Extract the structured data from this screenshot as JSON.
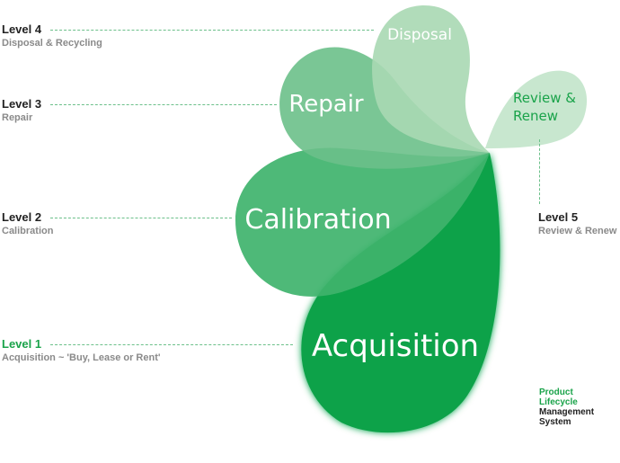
{
  "levels": [
    {
      "id": "level4",
      "title": "Level 4",
      "subtitle": "Disposal & Recycling"
    },
    {
      "id": "level3",
      "title": "Level 3",
      "subtitle": "Repair"
    },
    {
      "id": "level2",
      "title": "Level 2",
      "subtitle": "Calibration"
    },
    {
      "id": "level1",
      "title": "Level 1",
      "subtitle": "Acquisition ~ 'Buy, Lease or Rent'"
    },
    {
      "id": "level5",
      "title": "Level 5",
      "subtitle": "Review & Renew"
    }
  ],
  "petals": {
    "disposal": "Disposal",
    "repair": "Repair",
    "calibration": "Calibration",
    "acquisition": "Acquisition",
    "review_line1": "Review &",
    "review_line2": "Renew"
  },
  "logo": {
    "line1": "Product",
    "line2": "Lifecycle",
    "line3": "Management",
    "line4": "System"
  },
  "colors": {
    "acquisition": "#0ea24a",
    "calibration": "#3fb36d",
    "repair": "#6cc08a",
    "disposal": "#a8d8b3",
    "review": "#c5e6cc",
    "accent": "#1aa34a"
  }
}
